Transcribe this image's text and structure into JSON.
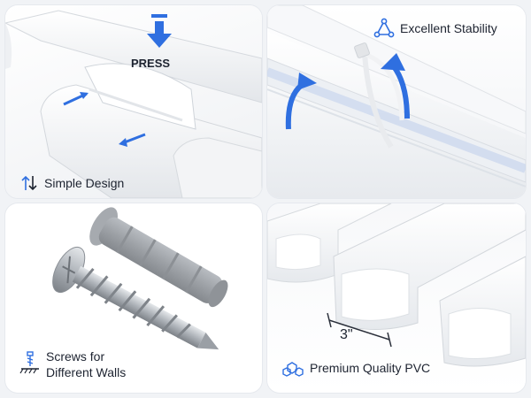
{
  "panels": {
    "simple_design": {
      "title": "Simple Design",
      "press_text": "PRESS",
      "icon": "up-down-arrows-icon"
    },
    "stability": {
      "title": "Excellent Stability",
      "icon": "triangle-nodes-icon"
    },
    "screws": {
      "title_line1": "Screws for",
      "title_line2": "Different Walls",
      "icon": "screw-wall-icon"
    },
    "pvc": {
      "title": "Premium Quality PVC",
      "dimension": "3\"",
      "icon": "molecule-icon"
    }
  },
  "colors": {
    "accent_blue": "#2f6fe0",
    "text_dark": "#1d2330",
    "duct_white": "#ffffff",
    "duct_shade": "#dfe3e8",
    "anchor_gray": "#9a9ea3",
    "screw_steel": "#b9bec4"
  }
}
